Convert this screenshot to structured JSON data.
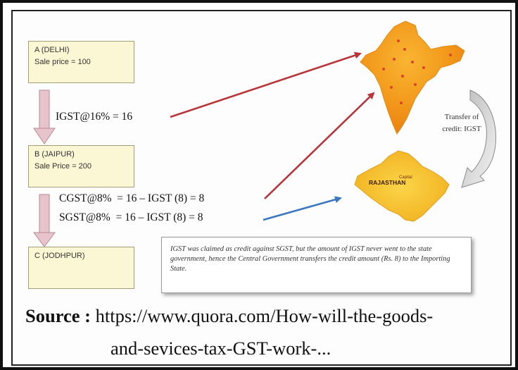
{
  "nodes": {
    "a": {
      "line1": "A (DELHI)",
      "line2": "Sale price = 100"
    },
    "b": {
      "line1": "B (JAIPUR)",
      "line2": "Sale Price = 200"
    },
    "c": {
      "line1": "C (JODHPUR)"
    }
  },
  "formulas": {
    "igst": "IGST@16% = 16",
    "cgst": "CGST@8%  = 16 – IGST (8) = 8",
    "sgst": "SGST@8%  = 16 – IGST (8) = 8"
  },
  "transfer_label": {
    "line1": "Transfer of",
    "line2": "credit: IGST"
  },
  "map_label": {
    "small": "Capital",
    "main": "RAJASTHAN"
  },
  "note": "IGST was claimed as credit against SGST, but the amount of IGST never went to the state government, hence the Central Government transfers the credit amount (Rs. 8) to the Importing State.",
  "source": {
    "label": "Source :",
    "line1": "https://www.quora.com/How-will-the-goods-",
    "line2": "and-sevices-tax-GST-work-..."
  },
  "colors": {
    "red_arrow": "#b8353a",
    "blue_arrow": "#3c78c0",
    "node_fill": "#fbf6d3",
    "flow_arrow": "#e7c3cb",
    "india_orange": "#f5a11a",
    "rajasthan_yellow": "#f7c52c"
  }
}
